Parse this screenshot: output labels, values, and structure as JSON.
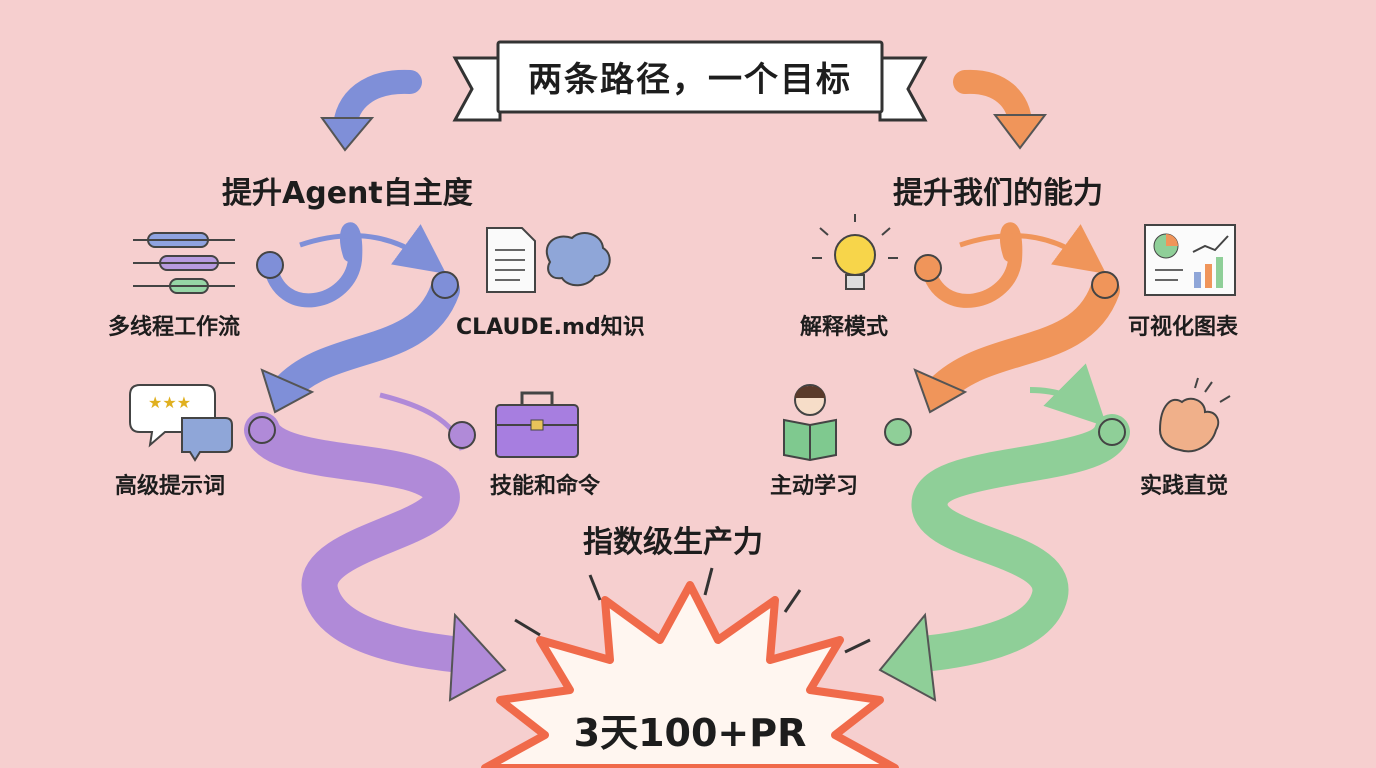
{
  "title": "两条路径，一个目标",
  "left_branch": {
    "heading": "提升Agent自主度",
    "nodes": [
      {
        "label": "多线程工作流",
        "icon": "parallel-threads-icon"
      },
      {
        "label": "CLAUDE.md知识",
        "icon": "document-brain-icon"
      },
      {
        "label": "高级提示词",
        "icon": "chat-bubble-icon"
      },
      {
        "label": "技能和命令",
        "icon": "toolbox-icon"
      }
    ]
  },
  "right_branch": {
    "heading": "提升我们的能力",
    "nodes": [
      {
        "label": "解释模式",
        "icon": "lightbulb-icon"
      },
      {
        "label": "可视化图表",
        "icon": "chart-icon"
      },
      {
        "label": "主动学习",
        "icon": "reading-person-icon"
      },
      {
        "label": "实践直觉",
        "icon": "hands-icon"
      }
    ]
  },
  "result": {
    "heading": "指数级生产力",
    "burst_text": "3天100+PR"
  },
  "colors": {
    "background": "#f6cfcf",
    "blue": "#7f8fd8",
    "orange": "#f0955a",
    "purple": "#b08ad8",
    "green": "#8fcf98",
    "burst": "#f06a4a"
  }
}
